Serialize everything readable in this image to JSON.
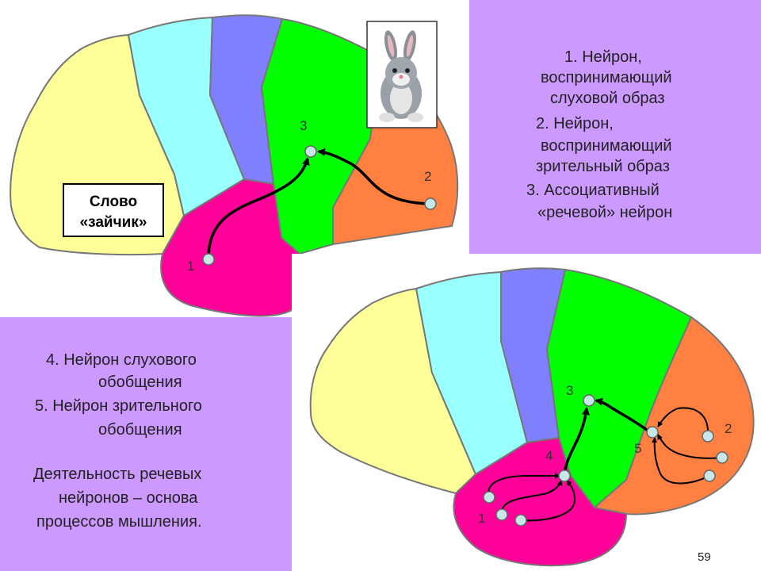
{
  "top_panel": {
    "lines": [
      "1. Нейрон,",
      "воспринимающий",
      "слуховой образ",
      "2. Нейрон,",
      "воспринимающий",
      "зрительный образ",
      "3. Ассоциативный",
      "«речевой» нейрон"
    ]
  },
  "left_panel": {
    "lines": [
      "4. Нейрон слухового",
      "обобщения",
      "5. Нейрон зрительного",
      "обобщения",
      "Деятельность речевых",
      "нейронов – основа",
      "процессов мышления."
    ]
  },
  "top_brain": {
    "word_box": [
      "Слово",
      "«зайчик»"
    ],
    "labels": {
      "n1": "1",
      "n2": "2",
      "n3": "3"
    }
  },
  "bottom_brain": {
    "labels": {
      "n1": "1",
      "n2": "2",
      "n3": "3",
      "n4": "4",
      "n5": "5"
    }
  },
  "page_number": "59",
  "colors": {
    "panel": "#cc99ff",
    "yellow_region": "#ffff99",
    "cyan_region": "#99ffff",
    "blue_region": "#8080ff",
    "green_region": "#00ff00",
    "orange_region": "#ff8040",
    "magenta_region": "#ff0099",
    "neuron": "#c8e8e8"
  }
}
